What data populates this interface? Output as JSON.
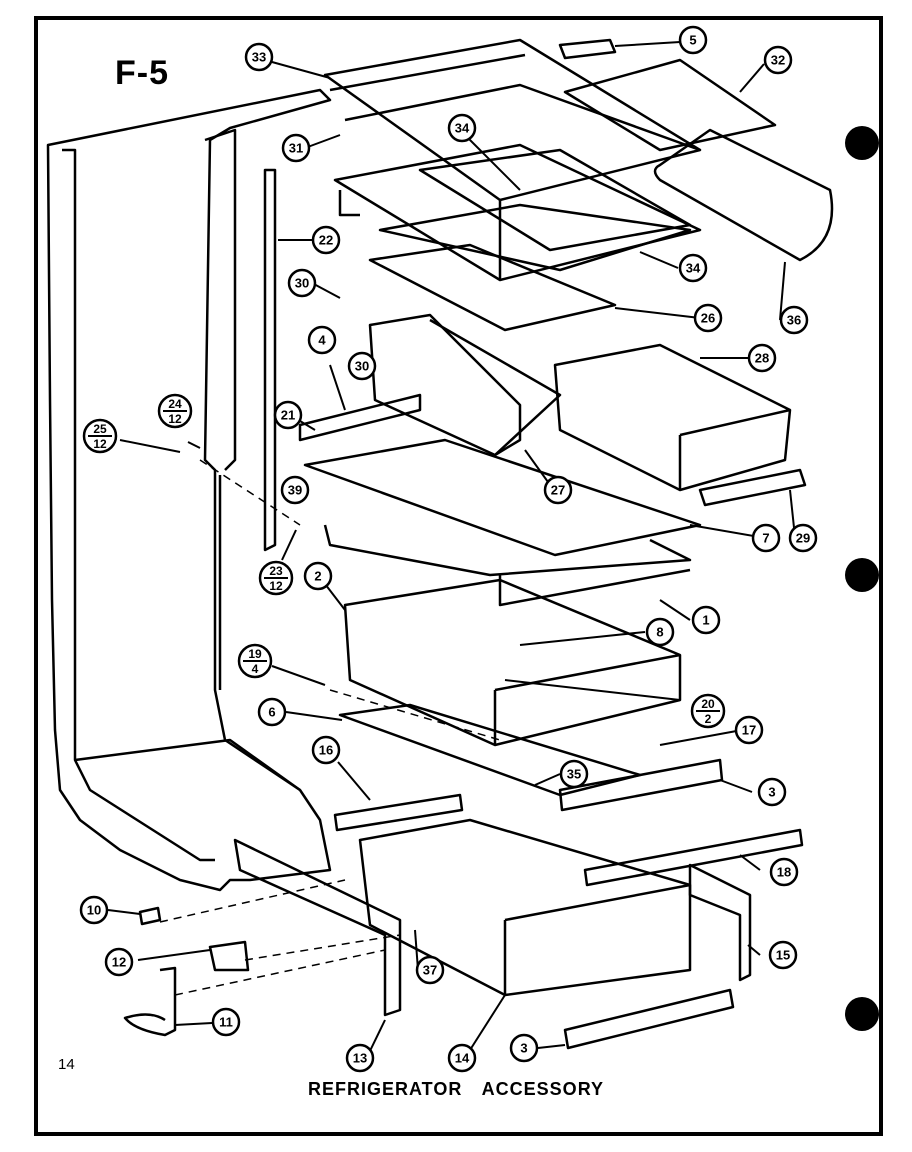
{
  "figure": {
    "label": "F-5",
    "page_number": "14",
    "title": "REFRIGERATOR ACCESSORY"
  },
  "callouts": [
    "33",
    "5",
    "32",
    "31",
    "34",
    "34",
    "22",
    "30",
    "30",
    "26",
    "36",
    "4",
    "28",
    "21",
    "27",
    "39",
    "7",
    "29",
    "2",
    "1",
    "8",
    "6",
    "17",
    "16",
    "35",
    "3",
    "18",
    "10",
    "12",
    "15",
    "37",
    "11",
    "13",
    "14",
    "3"
  ],
  "fraction_callouts": [
    {
      "num": "24",
      "den": "12"
    },
    {
      "num": "25",
      "den": "12"
    },
    {
      "num": "23",
      "den": "12"
    },
    {
      "num": "19",
      "den": "4"
    },
    {
      "num": "20",
      "den": "2"
    }
  ]
}
